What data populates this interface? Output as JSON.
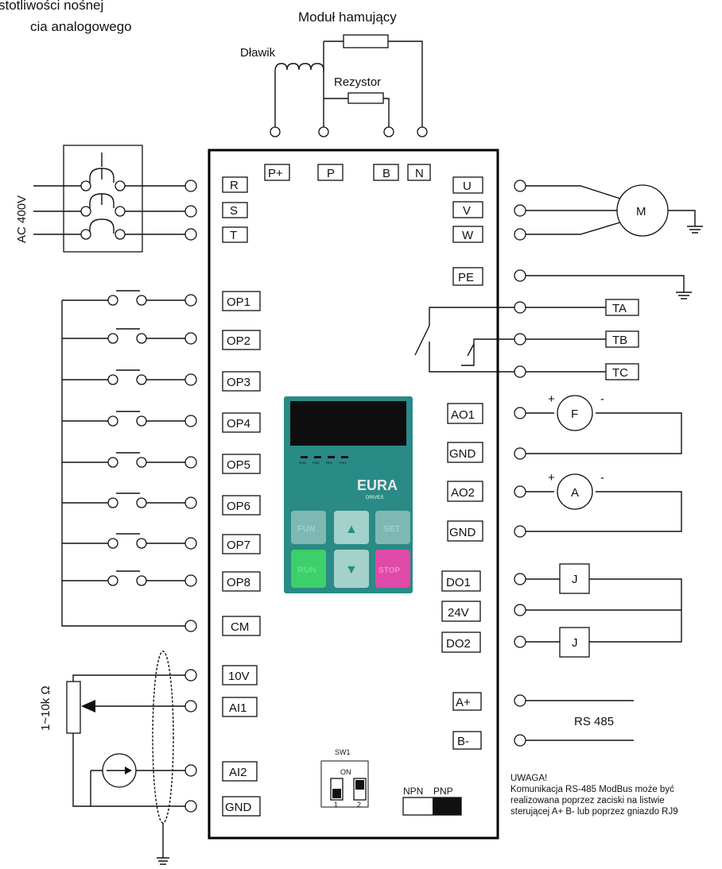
{
  "header_fragment": [
    "stotliwości nośnej",
    "cia analogowego"
  ],
  "labels": {
    "brake_module": "Moduł  hamujący",
    "choke": "Dławik",
    "resistor": "Rezystor",
    "supply": "AC 400V",
    "potentiometer": "1~10k Ω",
    "motor": "M",
    "freq_meter": "F",
    "ammeter": "A",
    "relay": "J",
    "rs485": "RS 485",
    "sw1": "SW1",
    "on": "ON",
    "sw1_pos1": "1",
    "sw1_pos2": "2",
    "npn": "NPN",
    "pnp": "PNP",
    "plus": "+",
    "minus": "-"
  },
  "terminals_top": [
    "P+",
    "P",
    "B",
    "N"
  ],
  "terminals_left": [
    "R",
    "S",
    "T",
    "OP1",
    "OP2",
    "OP3",
    "OP4",
    "OP5",
    "OP6",
    "OP7",
    "OP8",
    "CM",
    "10V",
    "AI1",
    "AI2",
    "GND"
  ],
  "terminals_right": [
    "U",
    "V",
    "W",
    "PE",
    "AO1",
    "GND",
    "AO2",
    "GND",
    "DO1",
    "24V",
    "DO2",
    "A+",
    "B-"
  ],
  "relay_terminals": [
    "TA",
    "TB",
    "TC"
  ],
  "keypad": {
    "logo": "EURA",
    "logo_sub": "DRIVES",
    "leds": [
      "RUN",
      "FWD",
      "REV",
      "FRQ"
    ],
    "keys": [
      "FUN",
      "▲",
      "SET",
      "RUN",
      "▼",
      "STOP"
    ]
  },
  "note": {
    "title": "UWAGA!",
    "lines": [
      "Komunikacja RS-485 ModBus może być",
      "realizowana poprzez zaciski na listwie",
      "sterującej A+ B- lub poprzez gniazdo RJ9"
    ]
  },
  "colors": {
    "keypad_body": "#2a8a86",
    "display": "#0e0e0e",
    "key_fun_set": "#7fb8b2",
    "key_run": "#3ccf6a",
    "key_stop": "#e04aa8",
    "key_arrows": "#a5d1cb"
  }
}
